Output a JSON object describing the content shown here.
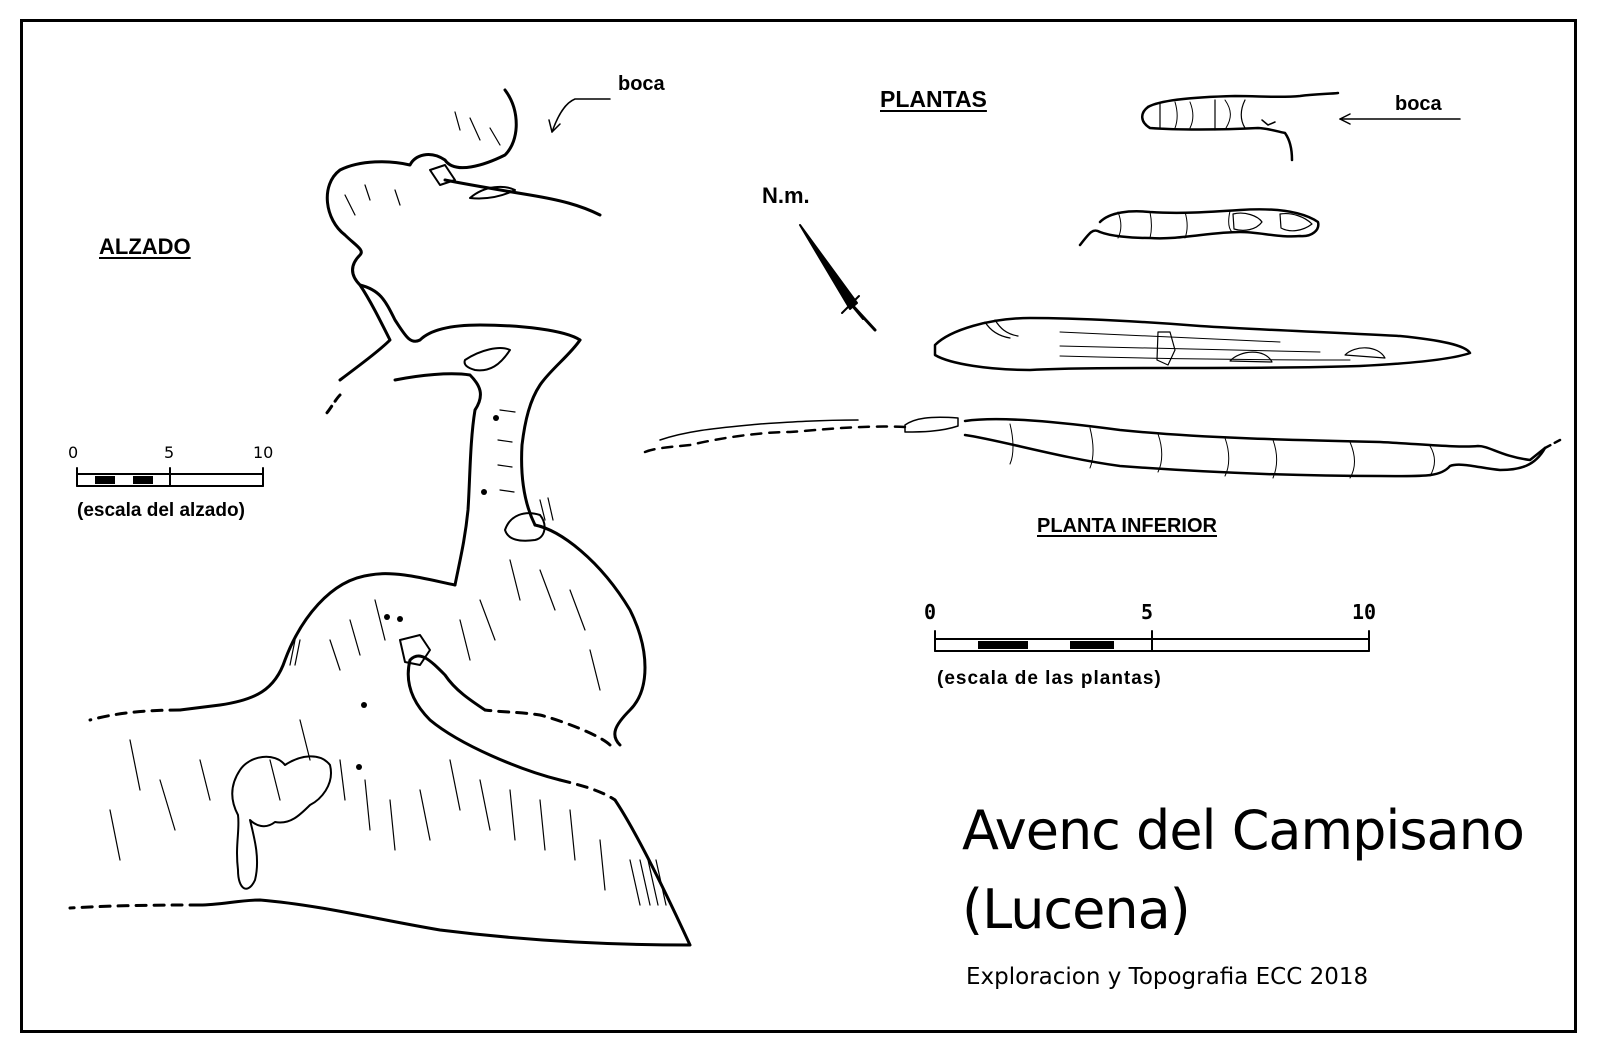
{
  "elevation": {
    "label": "ALZADO",
    "entrance_label": "boca",
    "scale": {
      "ticks": [
        "0",
        "5",
        "10"
      ],
      "caption": "(escala del alzado)"
    }
  },
  "plans": {
    "label": "PLANTAS",
    "entrance_label": "boca",
    "north_label": "N.m.",
    "lower_label": "PLANTA INFERIOR",
    "scale": {
      "ticks": [
        "0",
        "5",
        "10"
      ],
      "caption": "(escala de las plantas)"
    }
  },
  "title": {
    "line1": "Avenc del Campisano",
    "line2": "(Lucena)"
  },
  "credit": "Exploracion y Topografia ECC 2018"
}
